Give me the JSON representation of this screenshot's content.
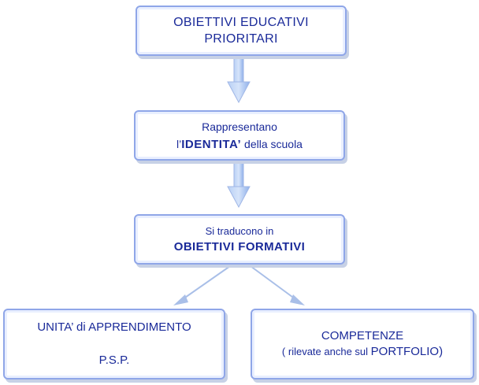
{
  "box1": {
    "line1": "OBIETTIVI EDUCATIVI",
    "line2": "PRIORITARI"
  },
  "box2": {
    "line1": "Rappresentano",
    "prefix": "l’",
    "emph": "IDENTITA’",
    "suffix": " della scuola"
  },
  "box3": {
    "line1": "Si traducono in",
    "line2": "OBIETTIVI FORMATIVI"
  },
  "box4": {
    "line1": "UNITA’ di APPRENDIMENTO",
    "line2": "P.S.P."
  },
  "box5": {
    "line1": "COMPETENZE",
    "prefix": "( rilevate anche sul ",
    "emph": "PORTFOLIO",
    "suffix": ")"
  },
  "colors": {
    "text": "#1a2a99",
    "border": "#8fa6e8",
    "arrow": "#9bbcf0"
  }
}
